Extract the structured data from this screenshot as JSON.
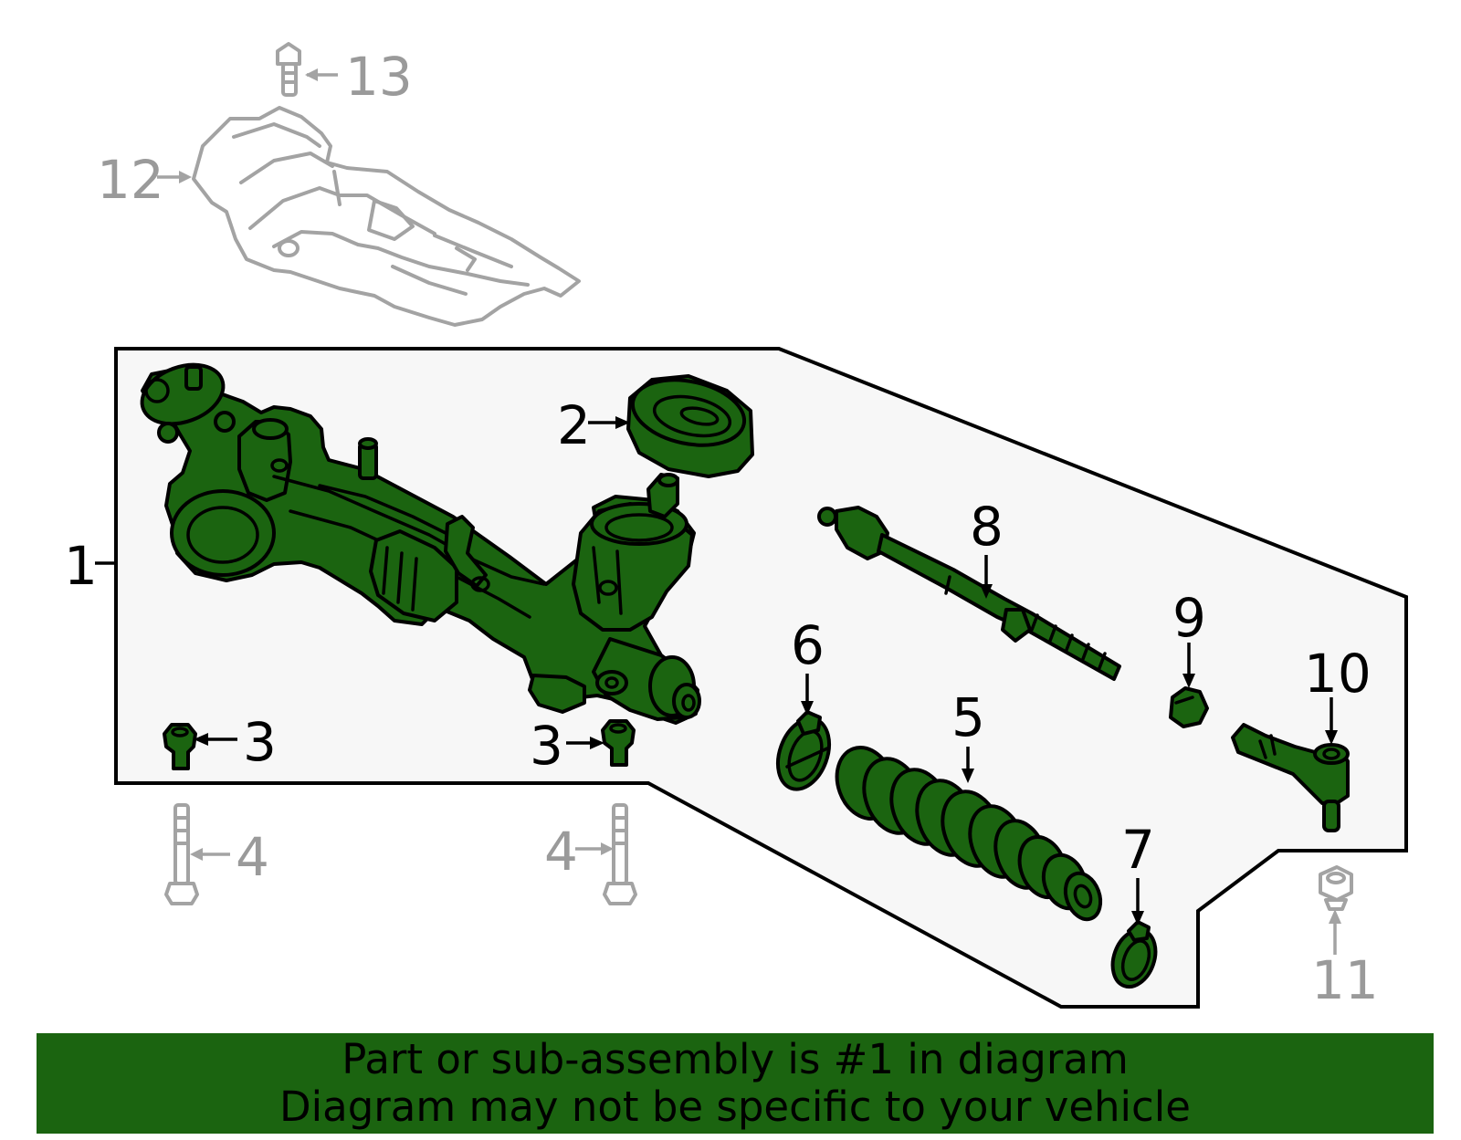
{
  "colors": {
    "highlight": "#1b6410",
    "outline": "#000000",
    "ghost": "#a3a3a3",
    "panel": "#f7f7f7"
  },
  "callouts": {
    "c1": "1",
    "c2": "2",
    "c3a": "3",
    "c3b": "3",
    "c4a": "4",
    "c4b": "4",
    "c5": "5",
    "c6": "6",
    "c7": "7",
    "c8": "8",
    "c9": "9",
    "c10": "10",
    "c11": "11",
    "c12": "12",
    "c13": "13"
  },
  "banner": {
    "line1": "Part or sub-assembly is #1 in diagram",
    "line2": "Diagram may not be specific to your vehicle"
  }
}
